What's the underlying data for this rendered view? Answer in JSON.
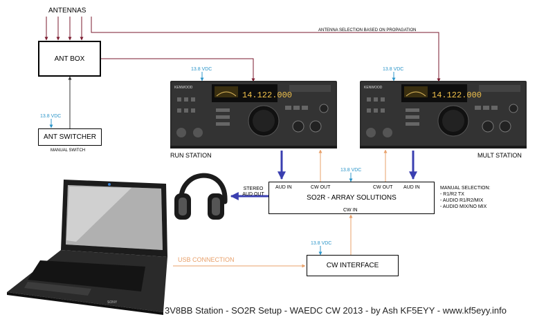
{
  "labels": {
    "antennas": "ANTENNAS",
    "antenna_selection": "ANTENNA SELECTION BASED ON PROPAGATION",
    "ant_box": "ANT BOX",
    "ant_switcher": "ANT SWITCHER",
    "manual_switch": "MANUAL SWITCH",
    "vdc": "13.8 VDC",
    "run_station": "RUN STATION",
    "mult_station": "MULT STATION",
    "so2r": "SO2R - ARRAY SOLUTIONS",
    "aud_in": "AUD IN",
    "cw_out": "CW OUT",
    "cw_in": "CW IN",
    "stereo_aud_out": "STEREO AUD OUT",
    "usb_connection": "USB CONNECTION",
    "cw_interface": "CW INTERFACE",
    "radio_brand": "KENWOOD",
    "radio_freq": "14.122.000",
    "laptop_brand": "SONY"
  },
  "manual_selection": {
    "title": "MANUAL SELECTION:",
    "items": [
      "- R1/R2 TX",
      "- AUDIO R1/R2/MIX",
      "- AUDIO MIX/NO MIX"
    ]
  },
  "footer": "3V8BB Station - SO2R Setup - WAEDC CW 2013 - by Ash KF5EYY - www.kf5eyy.info",
  "colors": {
    "antenna_line": "#7a1a2e",
    "audio_line": "#3a3fb0",
    "cw_line": "#e8a06a",
    "vdc_label": "#2b95c9"
  }
}
